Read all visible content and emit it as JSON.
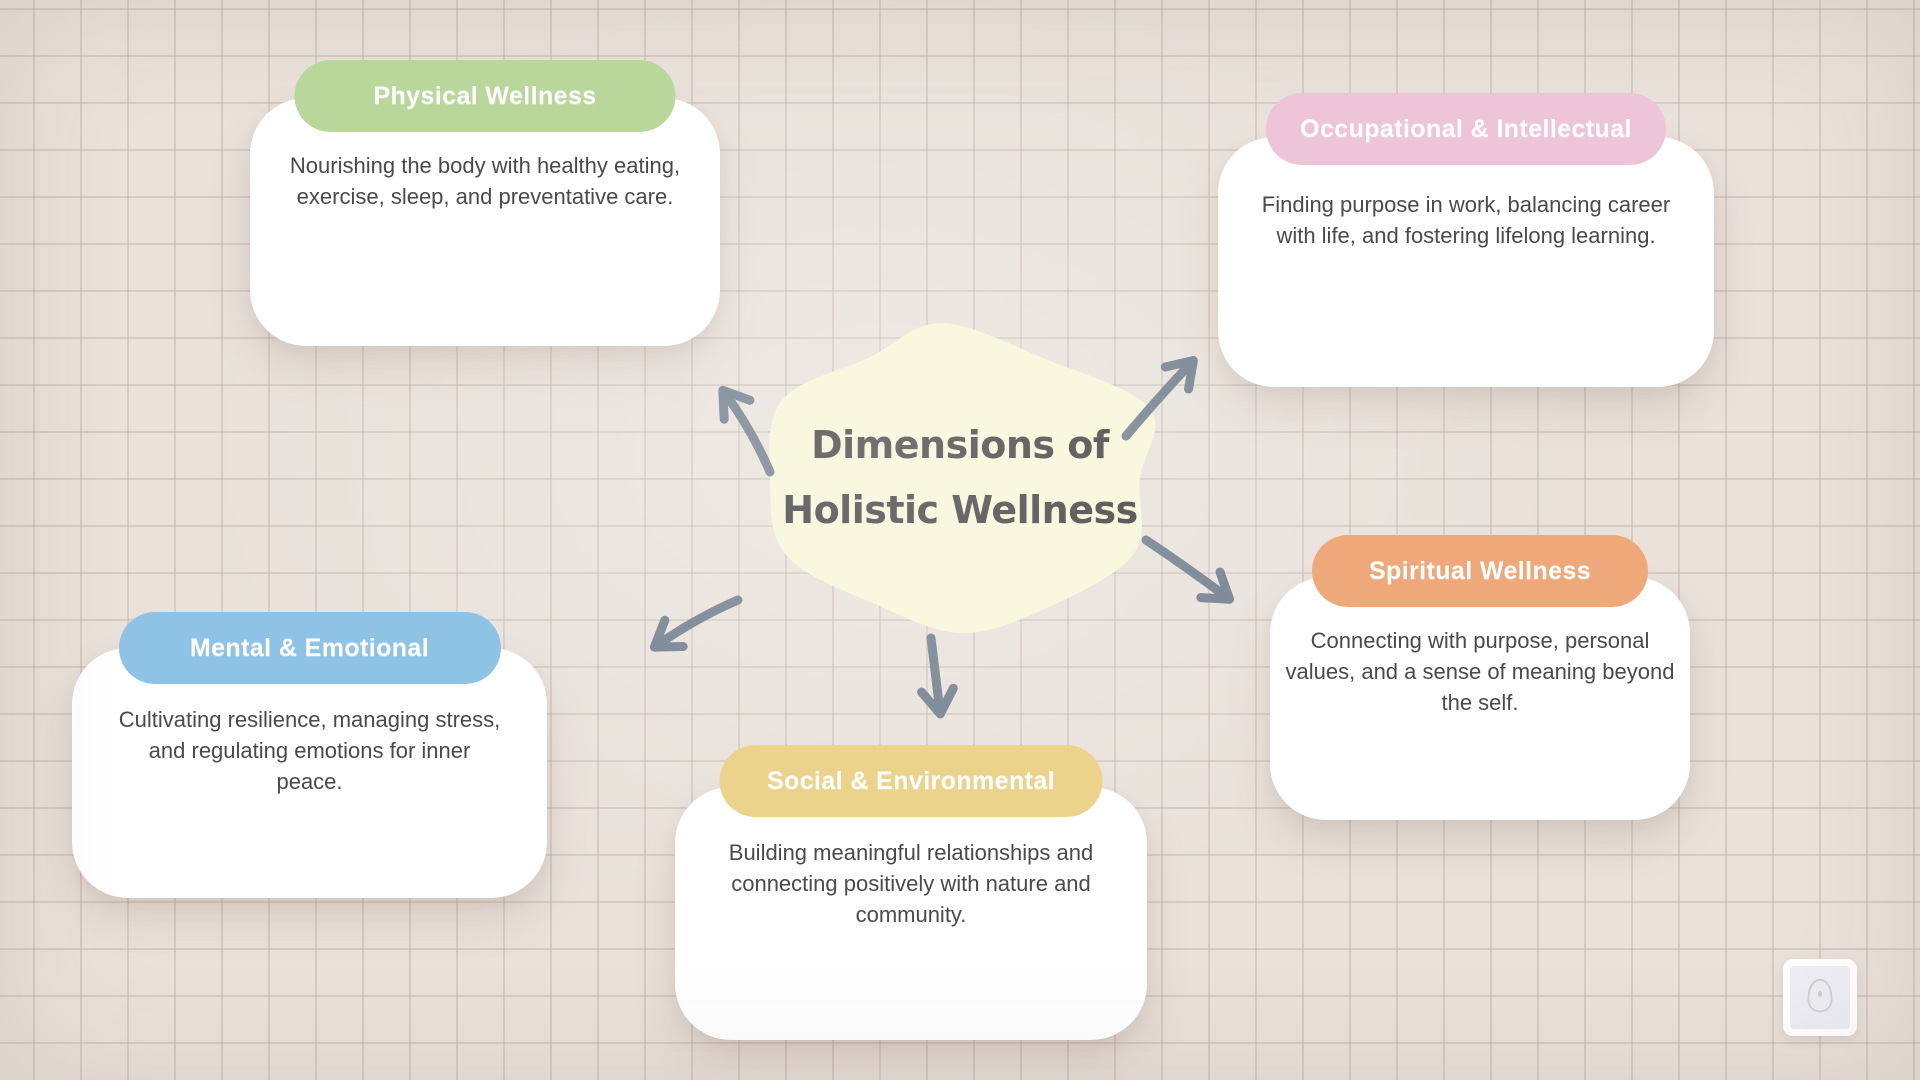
{
  "diagram": {
    "title": "Dimensions of\nHolistic Wellness",
    "nodes": [
      {
        "id": "physical",
        "label": "Physical Wellness",
        "description": "Nourishing the body with healthy eating,\nexercise, sleep, and preventative care.",
        "color": "#b9d69b"
      },
      {
        "id": "occupational",
        "label": "Occupational & Intellectual",
        "description": "Finding purpose in work, balancing career\nwith life, and fostering lifelong learning.",
        "color": "#eec4d9"
      },
      {
        "id": "mental",
        "label": "Mental & Emotional",
        "description": "Cultivating resilience, managing stress,\nand regulating emotions for inner\npeace.",
        "color": "#8ec3e6"
      },
      {
        "id": "social",
        "label": "Social & Environmental",
        "description": "Building meaningful relationships and\nconnecting positively with nature and\ncommunity.",
        "color": "#ecd38b"
      },
      {
        "id": "spiritual",
        "label": "Spiritual Wellness",
        "description": "Connecting with purpose, personal\nvalues, and a sense of meaning beyond\nthe self.",
        "color": "#efa87a"
      }
    ],
    "colors": {
      "background": "#e9e1da",
      "grid_line": "#d8cfc8",
      "center_blob": "#f6f6d7",
      "arrow": "#6e7c8b",
      "title_text": "#3b3b3b",
      "body_text": "#4a4a4a",
      "pill_text": "#ffffff",
      "card": "#ffffff"
    },
    "watermark": {
      "icon": "egg-logo-icon"
    }
  }
}
